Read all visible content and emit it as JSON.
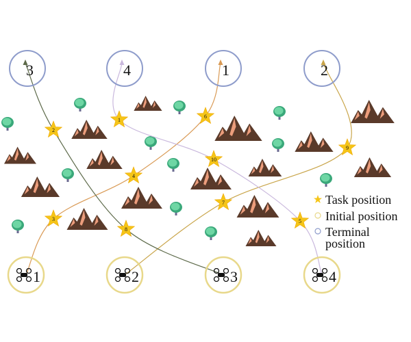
{
  "terminals": [
    {
      "label": "3"
    },
    {
      "label": "4"
    },
    {
      "label": "1"
    },
    {
      "label": "2"
    }
  ],
  "initials": [
    {
      "label": "1"
    },
    {
      "label": "2"
    },
    {
      "label": "3"
    },
    {
      "label": "4"
    }
  ],
  "tasks": [
    "1",
    "2",
    "3",
    "4",
    "5",
    "6",
    "7",
    "8",
    "9",
    "10"
  ],
  "legend": {
    "task": "Task position",
    "initial": "Initial position",
    "terminal_line1": "Terminal",
    "terminal_line2": "position"
  },
  "colors": {
    "terminal_circle": "#8e9ccb",
    "initial_circle": "#e8d88a",
    "star": "#f5c518",
    "route_uav1": "#d99a55",
    "route_uav2": "#c9a54a",
    "route_uav3": "#5d6a4a",
    "route_uav4": "#c9b8dd",
    "mountain": "#5a3a2a",
    "mountain_highlight": "#ec9d7c",
    "tree": "#4fc08d"
  }
}
